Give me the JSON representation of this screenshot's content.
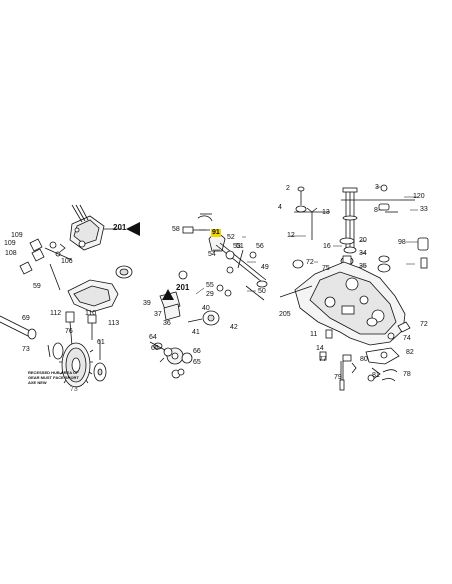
{
  "parts": {
    "p120": "120",
    "p33": "33",
    "p3": "3",
    "p2": "2",
    "p4": "4",
    "p13": "13",
    "p8": "8",
    "p12": "12",
    "p20": "20",
    "p98": "98",
    "p16": "16",
    "p34": "34",
    "p35": "35",
    "p72a": "72",
    "p75": "75",
    "p72b": "72",
    "p74": "74",
    "p205": "205",
    "p11": "11",
    "p14": "14",
    "p77": "77",
    "p79": "79",
    "p80": "80",
    "p82": "82",
    "p81": "81",
    "p78": "78",
    "p201a": "201",
    "p109a": "109",
    "p109b": "109",
    "p108": "108",
    "p106": "106",
    "p59": "59",
    "p58": "58",
    "p91": "91",
    "p52": "52",
    "p53": "53",
    "p51": "51",
    "p56": "56",
    "p54": "54",
    "p49": "49",
    "p201b": "201",
    "p50": "50",
    "p55": "55",
    "p29": "29",
    "p39": "39",
    "p37": "37",
    "p36": "36",
    "p40": "40",
    "p41": "41",
    "p42": "42",
    "p64": "64",
    "p65a": "65",
    "p66": "66",
    "p65b": "65",
    "p69": "69",
    "p112": "112",
    "p110": "110",
    "p113": "113",
    "p73": "73",
    "p76": "76",
    "p61": "61"
  },
  "highlighted_part": "91",
  "note_text": "RECESSED HUB AREA OF GEAR MUST FACE SHORT AXE NEW",
  "crop_label": "73"
}
